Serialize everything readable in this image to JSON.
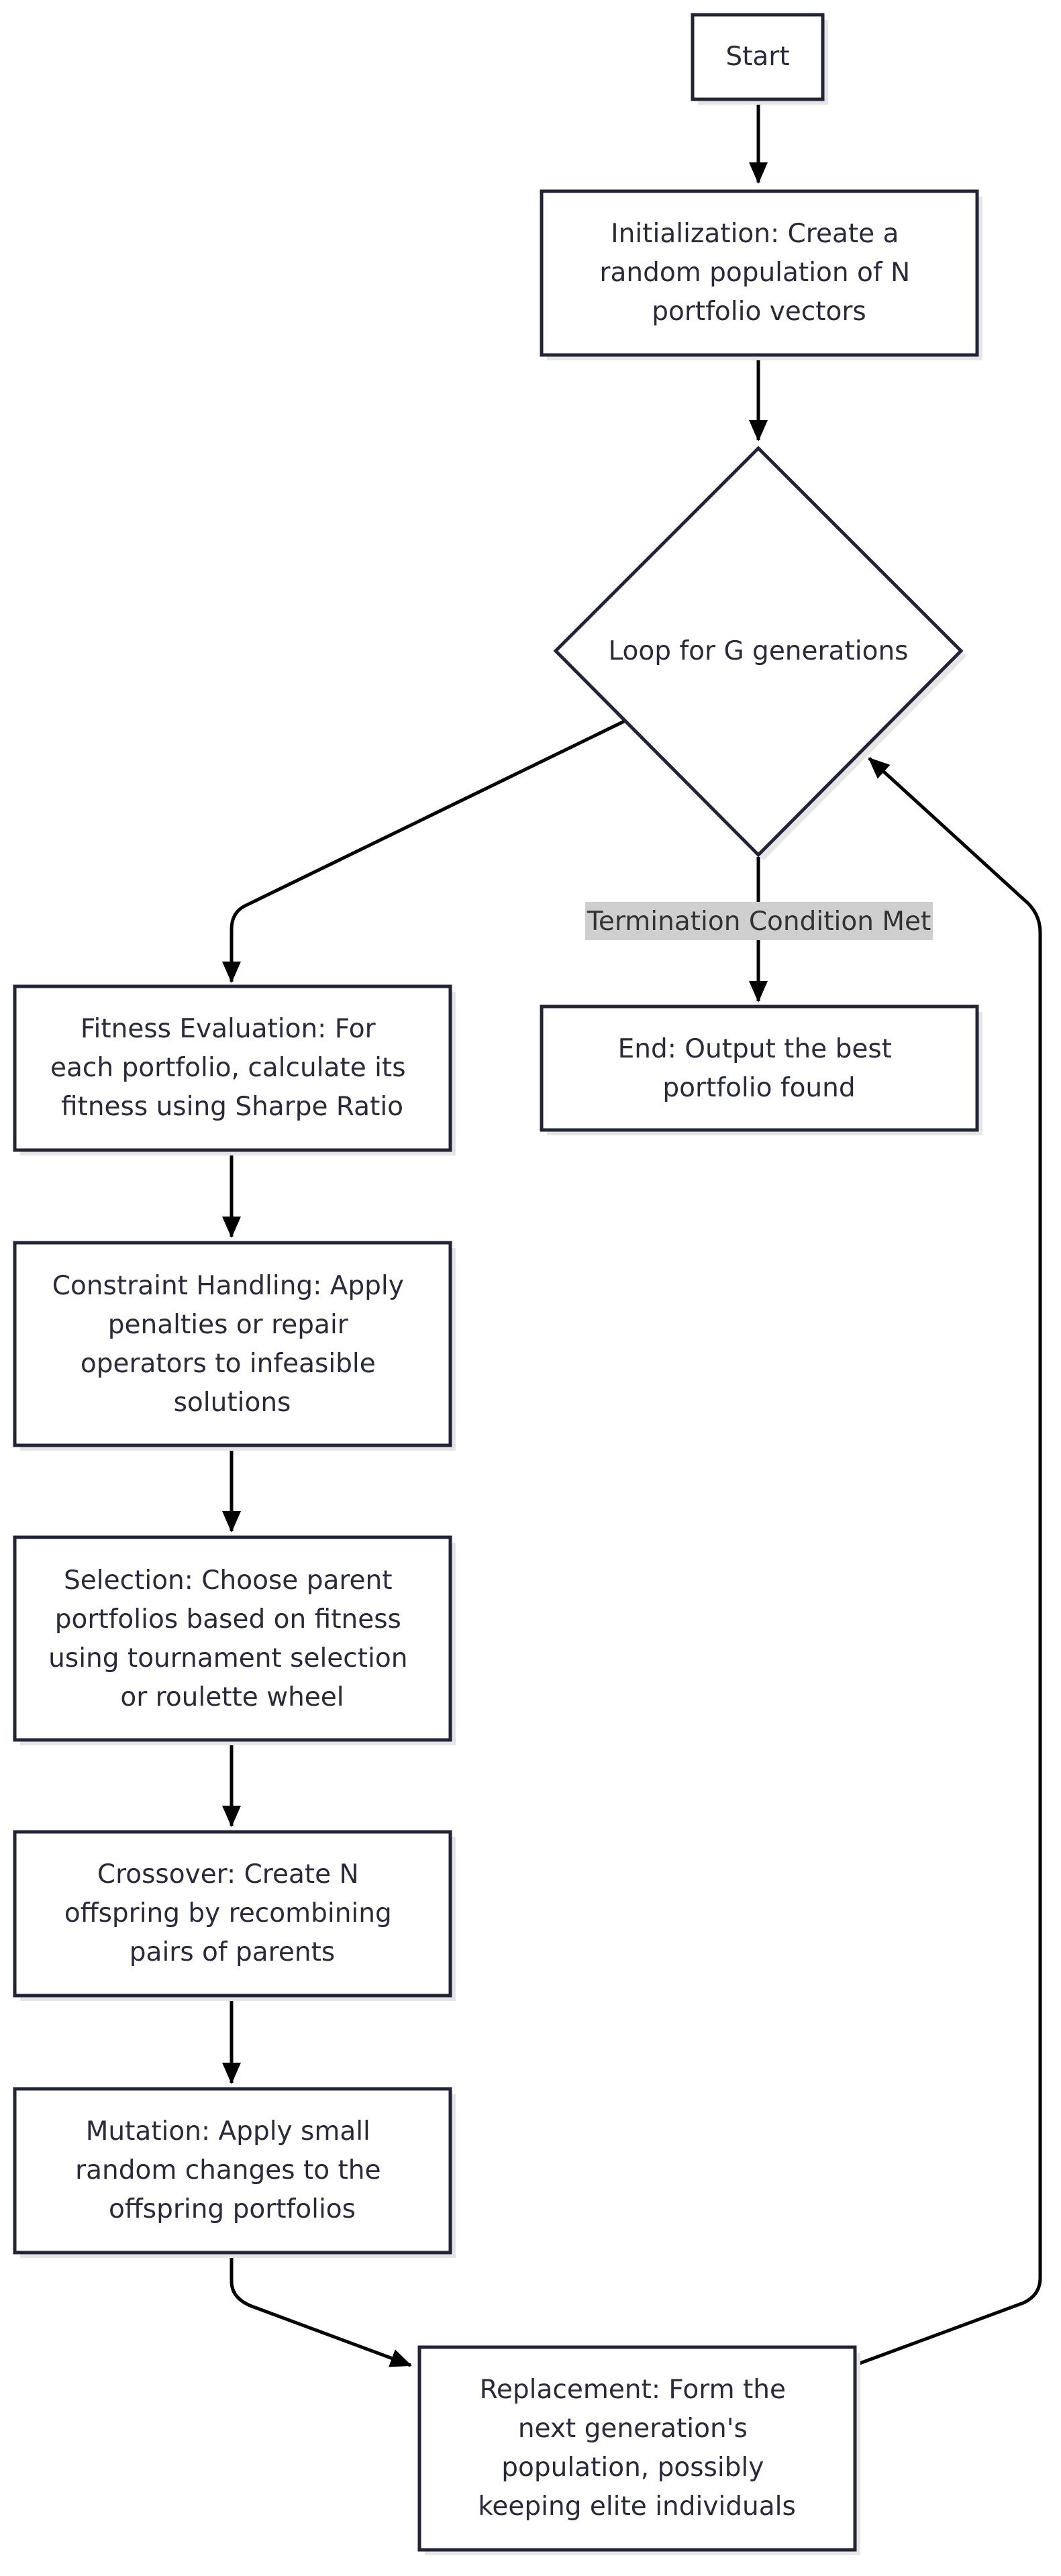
{
  "nodes": {
    "start": {
      "lines": [
        "Start"
      ]
    },
    "init": {
      "lines": [
        "Initialization: Create a",
        "random population of N",
        "portfolio vectors"
      ]
    },
    "loop": {
      "lines": [
        "Loop for G generations"
      ]
    },
    "fitness": {
      "lines": [
        "Fitness Evaluation: For",
        "each portfolio, calculate its",
        "fitness using Sharpe Ratio"
      ]
    },
    "end": {
      "lines": [
        "End: Output the best",
        "portfolio found"
      ]
    },
    "constraint": {
      "lines": [
        "Constraint Handling: Apply",
        "penalties or repair",
        "operators to infeasible",
        "solutions"
      ]
    },
    "selection": {
      "lines": [
        "Selection: Choose parent",
        "portfolios based on fitness",
        "using tournament selection",
        "or roulette wheel"
      ]
    },
    "crossover": {
      "lines": [
        "Crossover: Create N",
        "offspring by recombining",
        "pairs of parents"
      ]
    },
    "mutation": {
      "lines": [
        "Mutation: Apply small",
        "random changes to the",
        "offspring portfolios"
      ]
    },
    "replacement": {
      "lines": [
        "Replacement: Form the",
        "next generation's",
        "population, possibly",
        "keeping elite individuals"
      ]
    }
  },
  "edge_labels": {
    "termination": "Termination Condition Met"
  },
  "colors": {
    "node_fill": "#ffffff",
    "node_stroke": "#232338",
    "edge": "#000000",
    "text": "#2a2a3a",
    "label_bg": "#cfcfcf",
    "shadow": "#e6e6e6"
  }
}
